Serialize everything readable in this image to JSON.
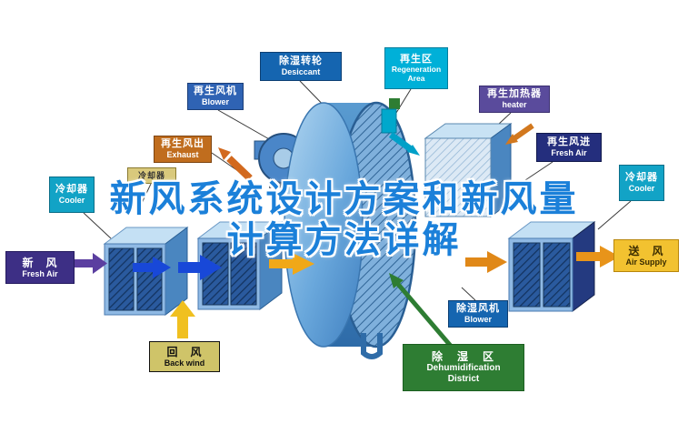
{
  "title": {
    "line1": "新风系统设计方案和新风量",
    "line2": "计算方法详解"
  },
  "labels": {
    "regen_blower": {
      "zh": "再生风机",
      "en": "Blower"
    },
    "desiccant": {
      "zh": "除湿转轮",
      "en": "Desiccant"
    },
    "regen_area": {
      "zh": "再生区",
      "en": "Regeneration Area"
    },
    "regen_heater": {
      "zh": "再生加热器",
      "en": "heater"
    },
    "exhaust": {
      "zh": "再生风出",
      "en": "Exhaust"
    },
    "regen_fresh": {
      "zh": "再生风进",
      "en": "Fresh Air"
    },
    "cooler_left": {
      "zh": "冷却器",
      "en": "Cooler"
    },
    "cooler_small": {
      "zh": "冷却器"
    },
    "cooler_right": {
      "zh": "冷却器",
      "en": "Cooler"
    },
    "fresh_air": {
      "zh": "新　风",
      "en": "Fresh Air"
    },
    "air_supply": {
      "zh": "送　风",
      "en": "Air Supply"
    },
    "back_wind": {
      "zh": "回　风",
      "en": "Back wind"
    },
    "dehum_blower": {
      "zh": "除湿风机",
      "en": "Blower"
    },
    "dehum_district": {
      "zh": "除　湿　区",
      "en": "Dehumidification",
      "en2": "District"
    }
  },
  "colors": {
    "headline_blue": "#1b80d9",
    "label_blue": "#1565b0",
    "mid_blue": "#2f63b4",
    "cyan": "#00b0d8",
    "teal": "#12a3c6",
    "purple": "#5a4b9c",
    "navy": "#242e7d",
    "dark_purple": "#3d2f85",
    "orange_brown": "#c06d1e",
    "yellow": "#f2c230",
    "khaki": "#cfc469",
    "green": "#2e7d33",
    "wheel_blue": "#3f83c0",
    "arrow_blue": "#1848d8",
    "arrow_orange": "#e08818"
  }
}
